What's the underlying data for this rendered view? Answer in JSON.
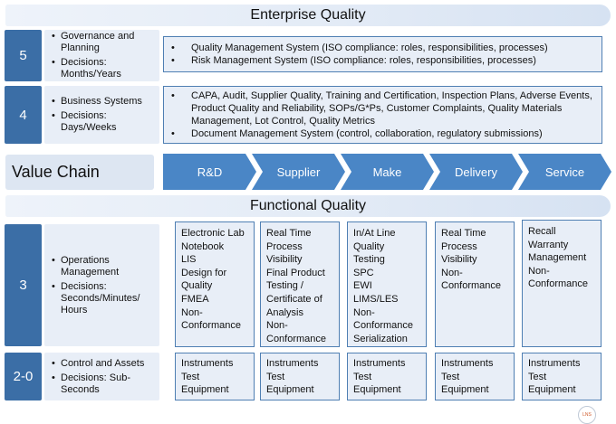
{
  "enterprise_title": "Enterprise Quality",
  "functional_title": "Functional Quality",
  "value_chain": {
    "label": "Value Chain",
    "stages": [
      "R&D",
      "Supplier",
      "Make",
      "Delivery",
      "Service"
    ]
  },
  "levels": [
    {
      "number": "5",
      "bullets": [
        "Governance and Planning",
        "Decisions: Months/Years"
      ]
    },
    {
      "number": "4",
      "bullets": [
        "Business Systems",
        "Decisions: Days/Weeks"
      ]
    },
    {
      "number": "3",
      "bullets": [
        "Operations Management",
        "Decisions: Seconds/Minutes/ Hours"
      ]
    },
    {
      "number": "2-0",
      "bullets": [
        "Control and Assets",
        "Decisions: Sub-Seconds"
      ]
    }
  ],
  "level5_items": [
    "Quality Management System (ISO compliance: roles, responsibilities, processes)",
    "Risk Management System (ISO compliance: roles, responsibilities, processes)"
  ],
  "level4_items": [
    "CAPA, Audit, Supplier Quality, Training and Certification, Inspection Plans, Adverse Events, Product Quality and Reliability, SOPs/G*Ps, Customer Complaints, Quality Materials Management, Lot Control, Quality Metrics",
    "Document Management System (control, collaboration, regulatory submissions)"
  ],
  "level3_columns": [
    [
      "Electronic Lab",
      "Notebook",
      "LIS",
      "Design for",
      "Quality",
      "FMEA",
      "Non-",
      "Conformance"
    ],
    [
      "Real Time",
      "Process",
      "Visibility",
      "Final Product",
      "Testing /",
      "Certificate of",
      "Analysis",
      "Non-",
      "Conformance"
    ],
    [
      "In/At Line",
      "Quality",
      "Testing",
      "SPC",
      "EWI",
      "LIMS/LES",
      "Non-",
      "Conformance",
      "Serialization"
    ],
    [
      "Real Time",
      "Process",
      "Visibility",
      "Non-",
      "Conformance"
    ],
    [
      "Recall",
      "Warranty",
      "Management",
      "Non-",
      "Conformance"
    ]
  ],
  "level20_columns": [
    [
      "Instruments",
      "Test",
      "Equipment"
    ],
    [
      "Instruments",
      "Test",
      "Equipment"
    ],
    [
      "Instruments",
      "Test",
      "Equipment"
    ],
    [
      "Instruments",
      "Test",
      "Equipment"
    ],
    [
      "Instruments",
      "Test",
      "Equipment"
    ]
  ],
  "logo_text": "LNS",
  "colors": {
    "level_box": "#3b6ea6",
    "chevron": "#4a86c6",
    "panel": "#e8eef7",
    "border": "#4f7fb3"
  }
}
